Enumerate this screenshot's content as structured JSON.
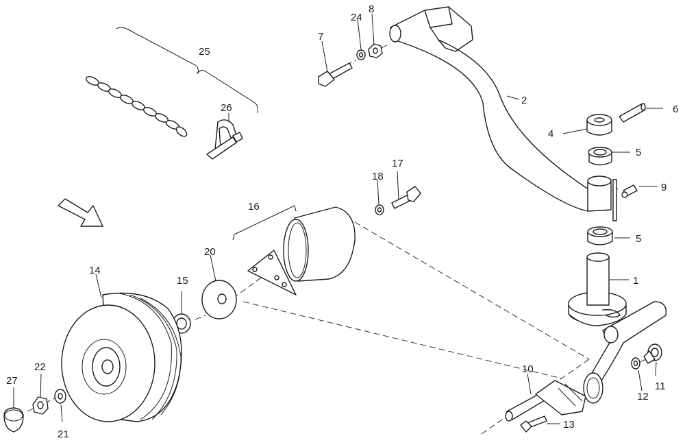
{
  "diagram": {
    "type": "exploded-parts-view",
    "line_color": "#1a1a1a",
    "background": "#ffffff",
    "callouts": [
      {
        "id": "c1",
        "label": "1"
      },
      {
        "id": "c2",
        "label": "2"
      },
      {
        "id": "c4",
        "label": "4"
      },
      {
        "id": "c5a",
        "label": "5"
      },
      {
        "id": "c5b",
        "label": "5"
      },
      {
        "id": "c6",
        "label": "6"
      },
      {
        "id": "c7",
        "label": "7"
      },
      {
        "id": "c8",
        "label": "8"
      },
      {
        "id": "c9",
        "label": "9"
      },
      {
        "id": "c10",
        "label": "10"
      },
      {
        "id": "c11",
        "label": "11"
      },
      {
        "id": "c12",
        "label": "12"
      },
      {
        "id": "c13",
        "label": "13"
      },
      {
        "id": "c14",
        "label": "14"
      },
      {
        "id": "c15",
        "label": "15"
      },
      {
        "id": "c16",
        "label": "16"
      },
      {
        "id": "c17",
        "label": "17"
      },
      {
        "id": "c18",
        "label": "18"
      },
      {
        "id": "c20",
        "label": "20"
      },
      {
        "id": "c21",
        "label": "21"
      },
      {
        "id": "c22",
        "label": "22"
      },
      {
        "id": "c24",
        "label": "24"
      },
      {
        "id": "c25",
        "label": "25"
      },
      {
        "id": "c26",
        "label": "26"
      },
      {
        "id": "c27",
        "label": "27"
      }
    ]
  }
}
